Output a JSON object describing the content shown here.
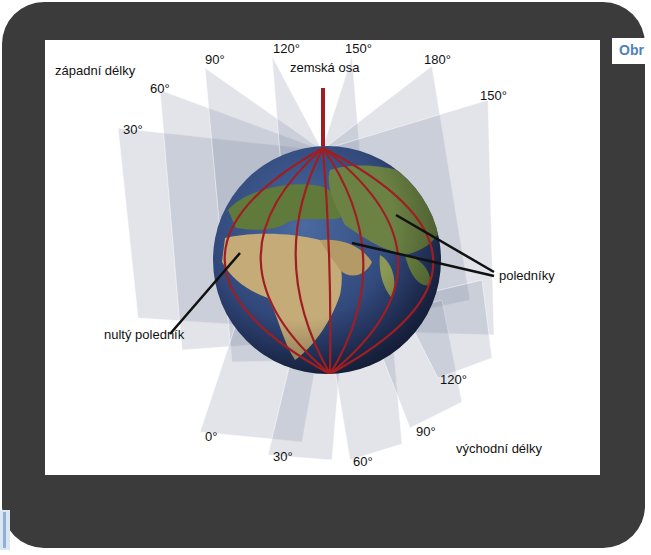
{
  "diagram": {
    "labels": [
      "západní délky",
      "90°",
      "120°",
      "150°",
      "zemská osa",
      "180°",
      "60°",
      "150°",
      "30°",
      "poledníky",
      "nultý poledník",
      "120°",
      "0°",
      "30°",
      "60°",
      "90°",
      "východní délky",
      "Obr"
    ]
  }
}
